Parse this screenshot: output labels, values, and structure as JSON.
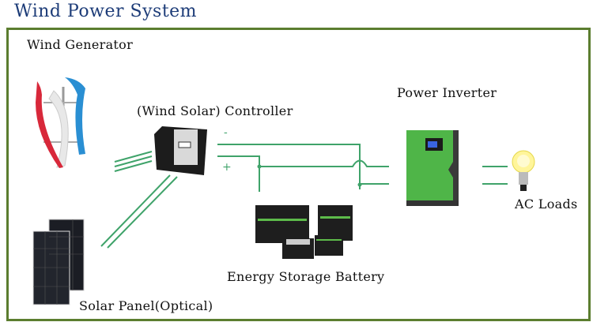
{
  "title": "Wind Power System",
  "labels": {
    "wind_generator": "Wind Generator",
    "controller": "(Wind Solar) Controller",
    "power_inverter": "Power Inverter",
    "ac_loads": "AC Loads",
    "battery": "Energy Storage Battery",
    "solar_panel": "Solar Panel(Optical)",
    "minus": "-",
    "plus": "+"
  },
  "colors": {
    "title": "#1d3c78",
    "frame": "#5b7d2f",
    "wire": "#3fa36a",
    "inverter": "#4fb548"
  },
  "icons": [
    "wind-turbine-icon",
    "charge-controller-icon",
    "solar-panel-icon",
    "battery-bank-icon",
    "inverter-icon",
    "light-bulb-icon"
  ]
}
